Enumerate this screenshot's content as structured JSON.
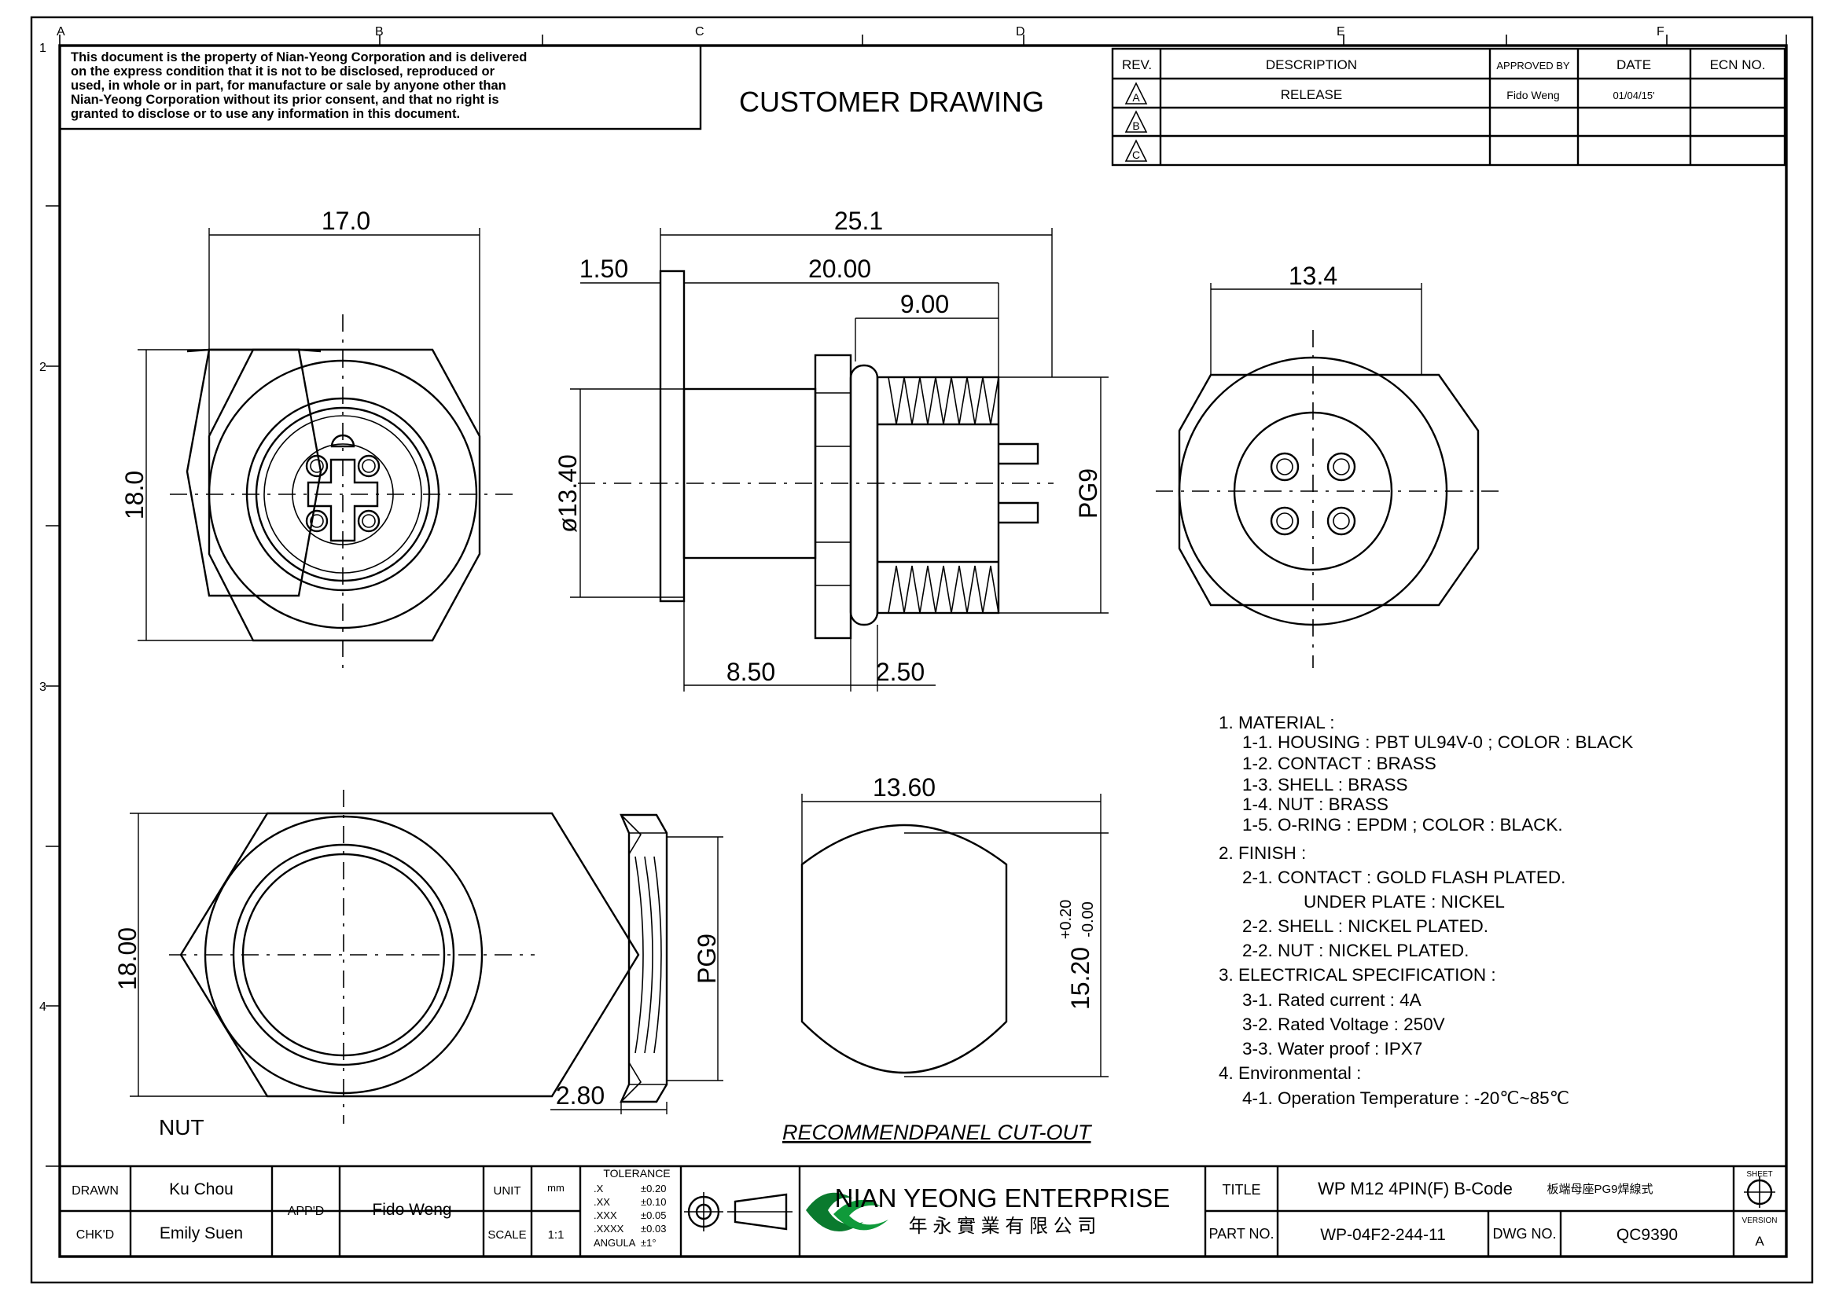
{
  "border": {
    "columns": [
      "A",
      "B",
      "C",
      "D",
      "E",
      "F"
    ],
    "rows": [
      "1",
      "2",
      "3",
      "4"
    ]
  },
  "notice": {
    "lines": [
      "This document is the property of Nian-Yeong Corporation and is delivered",
      "on  the  express condition that it is not to be disclosed, reproduced or",
      "used, in whole or in part, for manufacture or sale by anyone other than",
      "Nian-Yeong Corporation without  its prior consent, and that  no right  is",
      "granted to disclose or to use any information in this  document."
    ]
  },
  "title": "CUSTOMER  DRAWING",
  "revision_table": {
    "headers": [
      "REV.",
      "DESCRIPTION",
      "APPROVED BY",
      "DATE",
      "ECN NO."
    ],
    "rows": [
      {
        "rev": "A",
        "description": "RELEASE",
        "approved": "Fido Weng",
        "date": "01/04/15'",
        "ecn": ""
      },
      {
        "rev": "B",
        "description": "",
        "approved": "",
        "date": "",
        "ecn": ""
      },
      {
        "rev": "C",
        "description": "",
        "approved": "",
        "date": "",
        "ecn": ""
      }
    ]
  },
  "dimensions": {
    "front_width": "17.0",
    "front_height": "18.0",
    "side_total": "25.1",
    "side_flange": "1.50",
    "side_body": "20.00",
    "side_thread": "9.00",
    "side_diameter": "ø13.40",
    "side_thread_label": "PG9",
    "side_bottom_left": "8.50",
    "side_bottom_right": "2.50",
    "rear_width": "13.4",
    "nut_height": "18.00",
    "nut_side_thread": "PG9",
    "nut_side_thickness": "2.80",
    "cutout_width": "13.60",
    "cutout_height": "15.20",
    "cutout_tol_plus": "+0.20",
    "cutout_tol_minus": "-0.00"
  },
  "view_labels": {
    "nut": "NUT",
    "cutout": "RECOMMENDPANEL  CUT-OUT"
  },
  "specs": [
    "1.  MATERIAL  :",
    "1-1.  HOUSING  :  PBT  UL94V-0  ;  COLOR  :  BLACK",
    "1-2.  CONTACT  :  BRASS",
    "1-3.  SHELL  :  BRASS",
    "1-4.  NUT  :  BRASS",
    "1-5.  O-RING  :  EPDM  ;  COLOR  :  BLACK.",
    "2.  FINISH  :",
    "2-1.  CONTACT  :  GOLD  FLASH  PLATED.",
    "UNDER  PLATE  :  NICKEL",
    "2-2.  SHELL  :  NICKEL  PLATED.",
    "2-2.  NUT  :  NICKEL  PLATED.",
    "3.  ELECTRICAL  SPECIFICATION  :",
    "3-1.  Rated  current  :  4A",
    "3-2.  Rated  Voltage  :  250V",
    "3-3.  Water  proof  :  IPX7",
    "4.  Environmental  :",
    "4-1.  Operation  Temperature  :  -20℃~85℃"
  ],
  "title_block": {
    "drawn_label": "DRAWN",
    "drawn_value": "Ku Chou",
    "chkd_label": "CHK'D",
    "chkd_value": "Emily Suen",
    "appd_label": "APP'D",
    "appd_value": "Fido Weng",
    "unit_label": "UNIT",
    "unit_value": "mm",
    "scale_label": "SCALE",
    "scale_value": "1:1",
    "tolerance_title": "TOLERANCE",
    "tolerance": [
      {
        "k": ".X",
        "v": "±0.20"
      },
      {
        "k": ".XX",
        "v": "±0.10"
      },
      {
        "k": ".XXX",
        "v": "±0.05"
      },
      {
        "k": ".XXXX",
        "v": "±0.03"
      },
      {
        "k": "ANGULA",
        "v": "±1°"
      }
    ],
    "company": "NIAN YEONG ENTERPRISE",
    "company_cn": "年 永 實 業 有 限 公 司",
    "title_label": "TITLE",
    "title_value": "WP  M12  4PIN(F)  B-Code",
    "title_cn": "板端母座PG9焊線式",
    "part_label": "PART NO.",
    "part_value": "WP-04F2-244-11",
    "dwg_label": "DWG NO.",
    "dwg_value": "QC9390",
    "sheet_label": "SHEET",
    "version_label": "VERSION",
    "version_value": "A"
  }
}
